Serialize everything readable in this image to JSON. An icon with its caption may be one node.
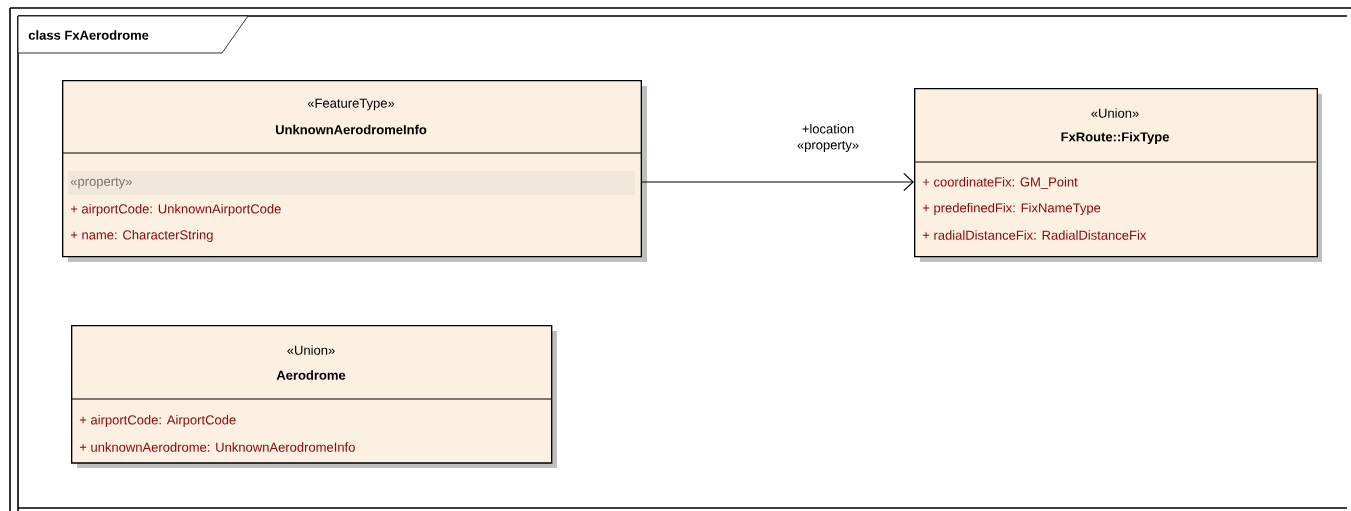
{
  "diagram": {
    "title": "class FxAerodrome",
    "nodes": [
      {
        "text": [
          "«FeatureType»",
          "UnknownAerodromeInfo",
          "«property»",
          "+ airportCode: UnknownAirportCode",
          "+ name: CharacterString"
        ]
      },
      {
        "text": [
          "«Union»",
          "FxRoute::FixType",
          "+ coordinateFix: GM_Point",
          "+ predefinedFix: FixNameType",
          "+ radialDistanceFix: RadialDistanceFix"
        ]
      },
      {
        "text": [
          "«Union»",
          "Aerodrome",
          "+ airportCode: AirportCode",
          "+ unknownAerodrome: UnknownAerodromeInfo"
        ]
      }
    ],
    "edges": [
      {
        "from": 0,
        "to": 1,
        "arrow": "to",
        "label": "+location «property»"
      }
    ]
  }
}
